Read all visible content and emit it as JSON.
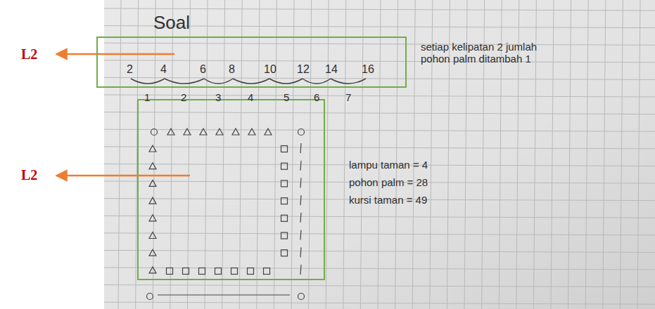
{
  "diagram": {
    "nodes": [
      {
        "text": [
          "2",
          "4",
          "6",
          "8",
          "10",
          "12",
          "14",
          "16"
        ]
      }
    ],
    "labels": [
      "Soal",
      "L2",
      "L2",
      "1",
      "2",
      "3",
      "4",
      "5",
      "6",
      "7",
      "setiap kelipatan 2 jumlah pohon palm ditambah 1",
      "lampu taman = 4",
      "pohon palm = 28",
      "kursi taman = 49"
    ]
  }
}
